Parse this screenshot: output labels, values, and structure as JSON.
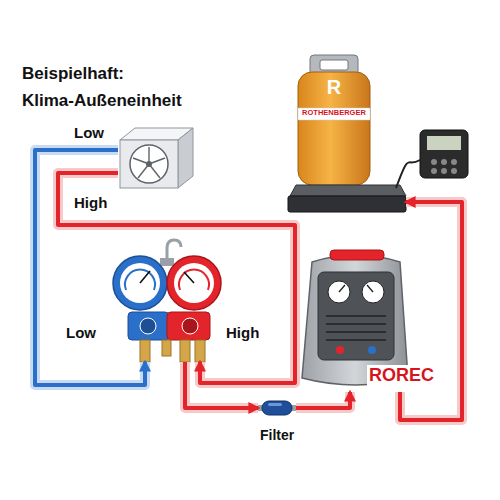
{
  "diagram": {
    "title": "Beispielhaft: Klima-Außeneinheit",
    "nodes": [
      {
        "text": [
          "Low",
          "High"
        ]
      },
      {
        "text": [
          "Low",
          "High"
        ]
      },
      {
        "text": [
          "Filter"
        ]
      },
      {
        "text": [
          "ROREC"
        ]
      },
      {
        "text": [
          "R",
          "ROTHENBERGER"
        ]
      }
    ],
    "edges": [
      {
        "from": 0,
        "to": 1,
        "arrow": "to"
      },
      {
        "from": 0,
        "to": 1,
        "arrow": "to"
      },
      {
        "from": 1,
        "to": 2,
        "arrow": "to"
      },
      {
        "from": 2,
        "to": 3,
        "arrow": "to"
      },
      {
        "from": 3,
        "to": 4,
        "arrow": "to"
      }
    ]
  }
}
